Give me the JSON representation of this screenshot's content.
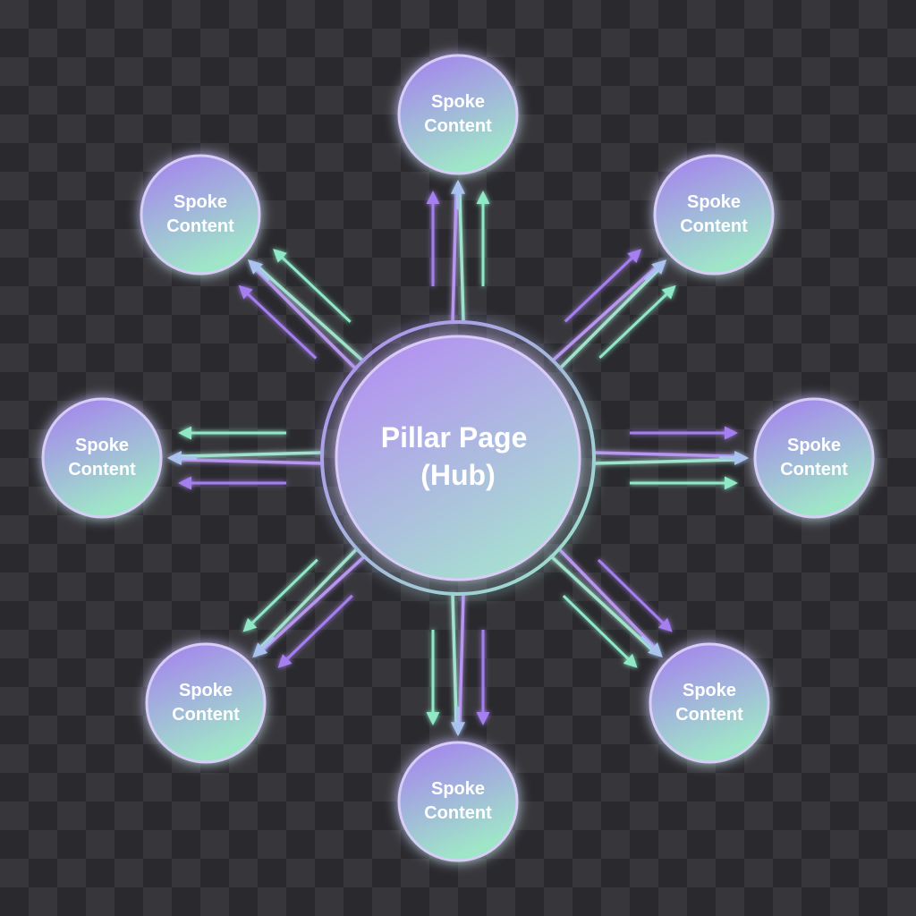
{
  "diagram": {
    "hub": {
      "line1": "Pillar Page",
      "line2": "(Hub)"
    },
    "spokes": [
      {
        "line1": "Spoke",
        "line2": "Content"
      },
      {
        "line1": "Spoke",
        "line2": "Content"
      },
      {
        "line1": "Spoke",
        "line2": "Content"
      },
      {
        "line1": "Spoke",
        "line2": "Content"
      },
      {
        "line1": "Spoke",
        "line2": "Content"
      },
      {
        "line1": "Spoke",
        "line2": "Content"
      },
      {
        "line1": "Spoke",
        "line2": "Content"
      },
      {
        "line1": "Spoke",
        "line2": "Content"
      }
    ]
  },
  "colors": {
    "purple": "#a57ef0",
    "mint": "#8fe8c6",
    "background_dark": "#2e2e31",
    "background_light": "#4a4a4e"
  }
}
